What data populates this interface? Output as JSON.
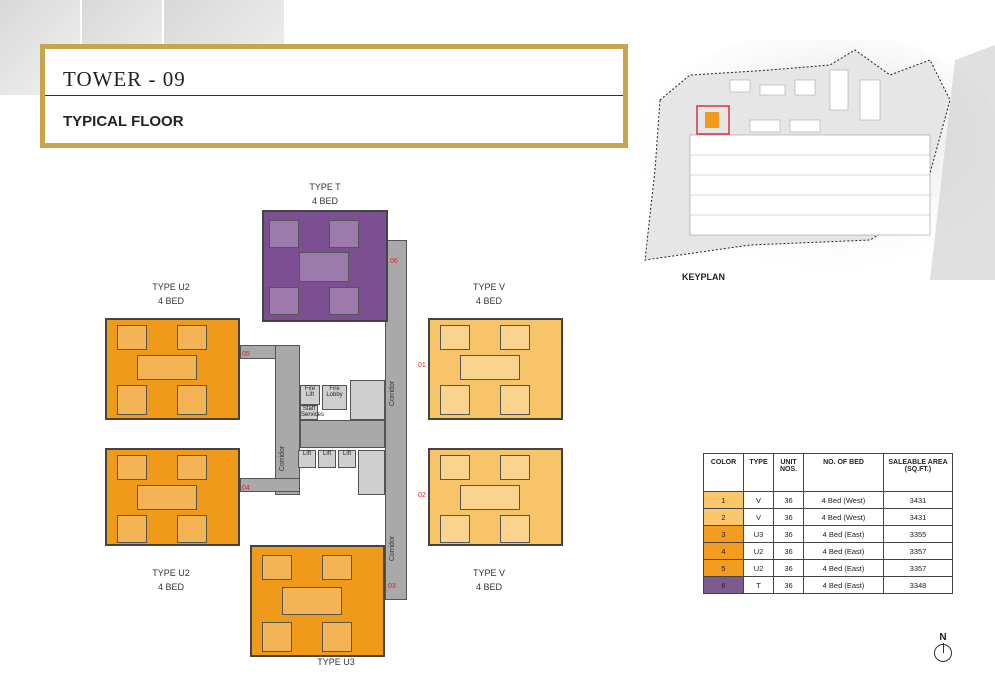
{
  "header": {
    "title": "TOWER - 09",
    "subtitle": "TYPICAL FLOOR"
  },
  "keyplan": {
    "label": "KEYPLAN"
  },
  "plan": {
    "units": [
      {
        "id": "06",
        "type": "TYPE T",
        "bed": "4 BED",
        "color": "#7b4f91"
      },
      {
        "id": "05",
        "type": "TYPE U2",
        "bed": "4 BED",
        "color": "#f09a1c"
      },
      {
        "id": "04",
        "type": "TYPE U2",
        "bed": "4 BED",
        "color": "#f09a1c"
      },
      {
        "id": "01",
        "type": "TYPE V",
        "bed": "4 BED",
        "color": "#f8c46a"
      },
      {
        "id": "02",
        "type": "TYPE V",
        "bed": "4 BED",
        "color": "#f8c46a"
      },
      {
        "id": "03",
        "type": "TYPE U3",
        "bed": "",
        "color": "#f09a1c"
      }
    ],
    "core": {
      "fire_lift": "Fire Lift",
      "fire_lobby": "Fire Lobby",
      "staff": "Staff Services",
      "lift": "Lift",
      "corridor": "Corridor"
    }
  },
  "table": {
    "headers": [
      "COLOR",
      "TYPE",
      "UNIT NOS.",
      "NO. OF BED",
      "SALEABLE AREA (SQ.FT.)"
    ],
    "rows": [
      {
        "color_no": "1",
        "color": "#fcc66d",
        "type": "V",
        "units": "36",
        "bed": "4 Bed (West)",
        "area": "3431"
      },
      {
        "color_no": "2",
        "color": "#fcc66d",
        "type": "V",
        "units": "36",
        "bed": "4 Bed (West)",
        "area": "3431"
      },
      {
        "color_no": "3",
        "color": "#f39c1f",
        "type": "U3",
        "units": "36",
        "bed": "4 Bed (East)",
        "area": "3355"
      },
      {
        "color_no": "4",
        "color": "#f39c1f",
        "type": "U2",
        "units": "36",
        "bed": "4 Bed (East)",
        "area": "3357"
      },
      {
        "color_no": "5",
        "color": "#f39c1f",
        "type": "U2",
        "units": "36",
        "bed": "4 Bed (East)",
        "area": "3357"
      },
      {
        "color_no": "6",
        "color": "#7e5b8f",
        "type": "T",
        "units": "36",
        "bed": "4 Bed (East)",
        "area": "3348"
      }
    ]
  },
  "compass": {
    "label": "N"
  }
}
